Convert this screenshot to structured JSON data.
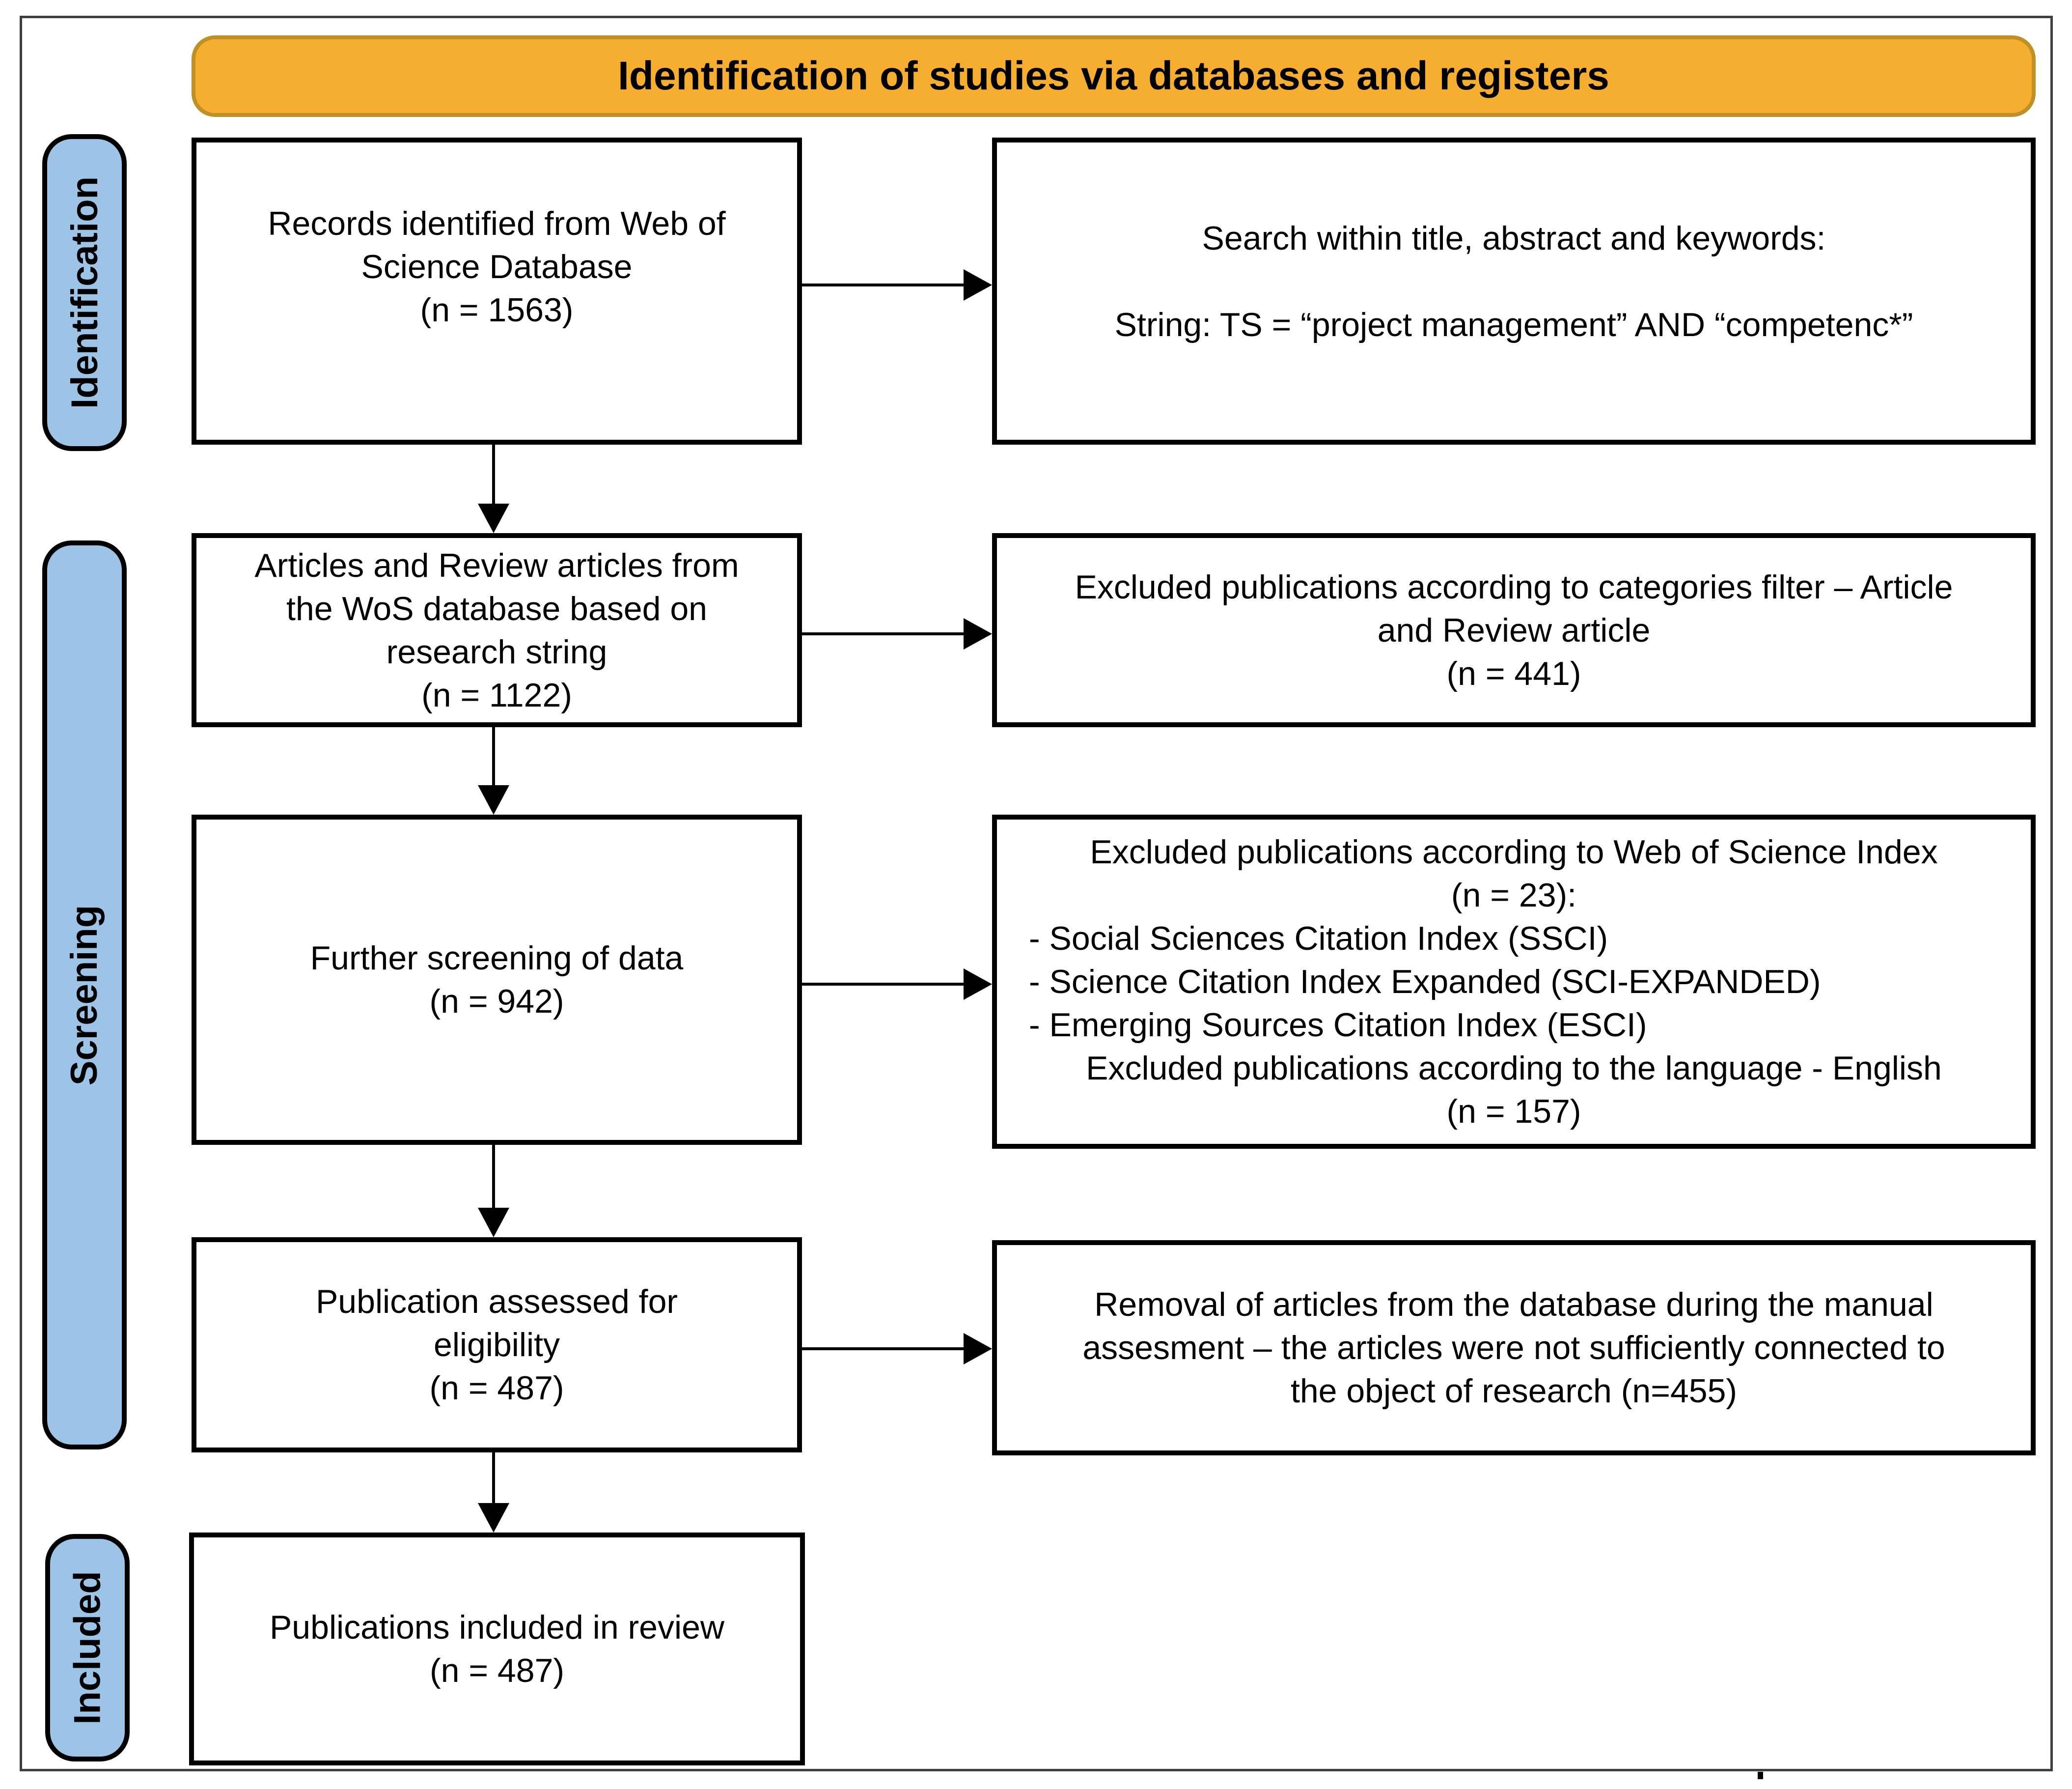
{
  "header": {
    "title": "Identification of studies via databases and registers"
  },
  "stages": {
    "identification": "Identification",
    "screening": "Screening",
    "included": "Included"
  },
  "boxes": {
    "records": {
      "lines": [
        "Records identified from Web of",
        "Science Database",
        "(n = 1563)"
      ]
    },
    "search": {
      "line1": "Search within title, abstract and keywords:",
      "line2": "String: TS = “project management” AND “competenc*”"
    },
    "articles": {
      "lines": [
        "Articles and Review articles from",
        "the WoS database based on",
        "research string",
        "(n = 1122)"
      ]
    },
    "excluded_categories": {
      "lines": [
        "Excluded publications according to categories filter – Article",
        "and Review article",
        "(n = 441)"
      ]
    },
    "further_screening": {
      "lines": [
        "Further screening of data",
        "(n = 942)"
      ]
    },
    "excluded_index": {
      "lines": [
        "Excluded publications according to Web of Science Index",
        "(n = 23):",
        "- Social Sciences Citation Index (SSCI)",
        "- Science Citation Index Expanded (SCI-EXPANDED)",
        "- Emerging Sources Citation Index (ESCI)",
        "Excluded publications according to the language - English",
        "(n = 157)"
      ]
    },
    "assessed": {
      "lines": [
        "Publication assessed for",
        "eligibility",
        "(n = 487)"
      ]
    },
    "removal": {
      "lines": [
        "Removal of articles from the database during the manual",
        "assesment – the articles were not sufficiently connected to",
        "the object of research (n=455)"
      ]
    },
    "included_review": {
      "lines": [
        "Publications included in review",
        "(n = 487)"
      ]
    }
  },
  "colors": {
    "header_fill": "#F6AE30",
    "header_border": "#BE9026",
    "stage_fill": "#9DC3E6",
    "stage_border": "#000000",
    "box_border": "#000000",
    "outer_border": "#3F3F3F"
  }
}
